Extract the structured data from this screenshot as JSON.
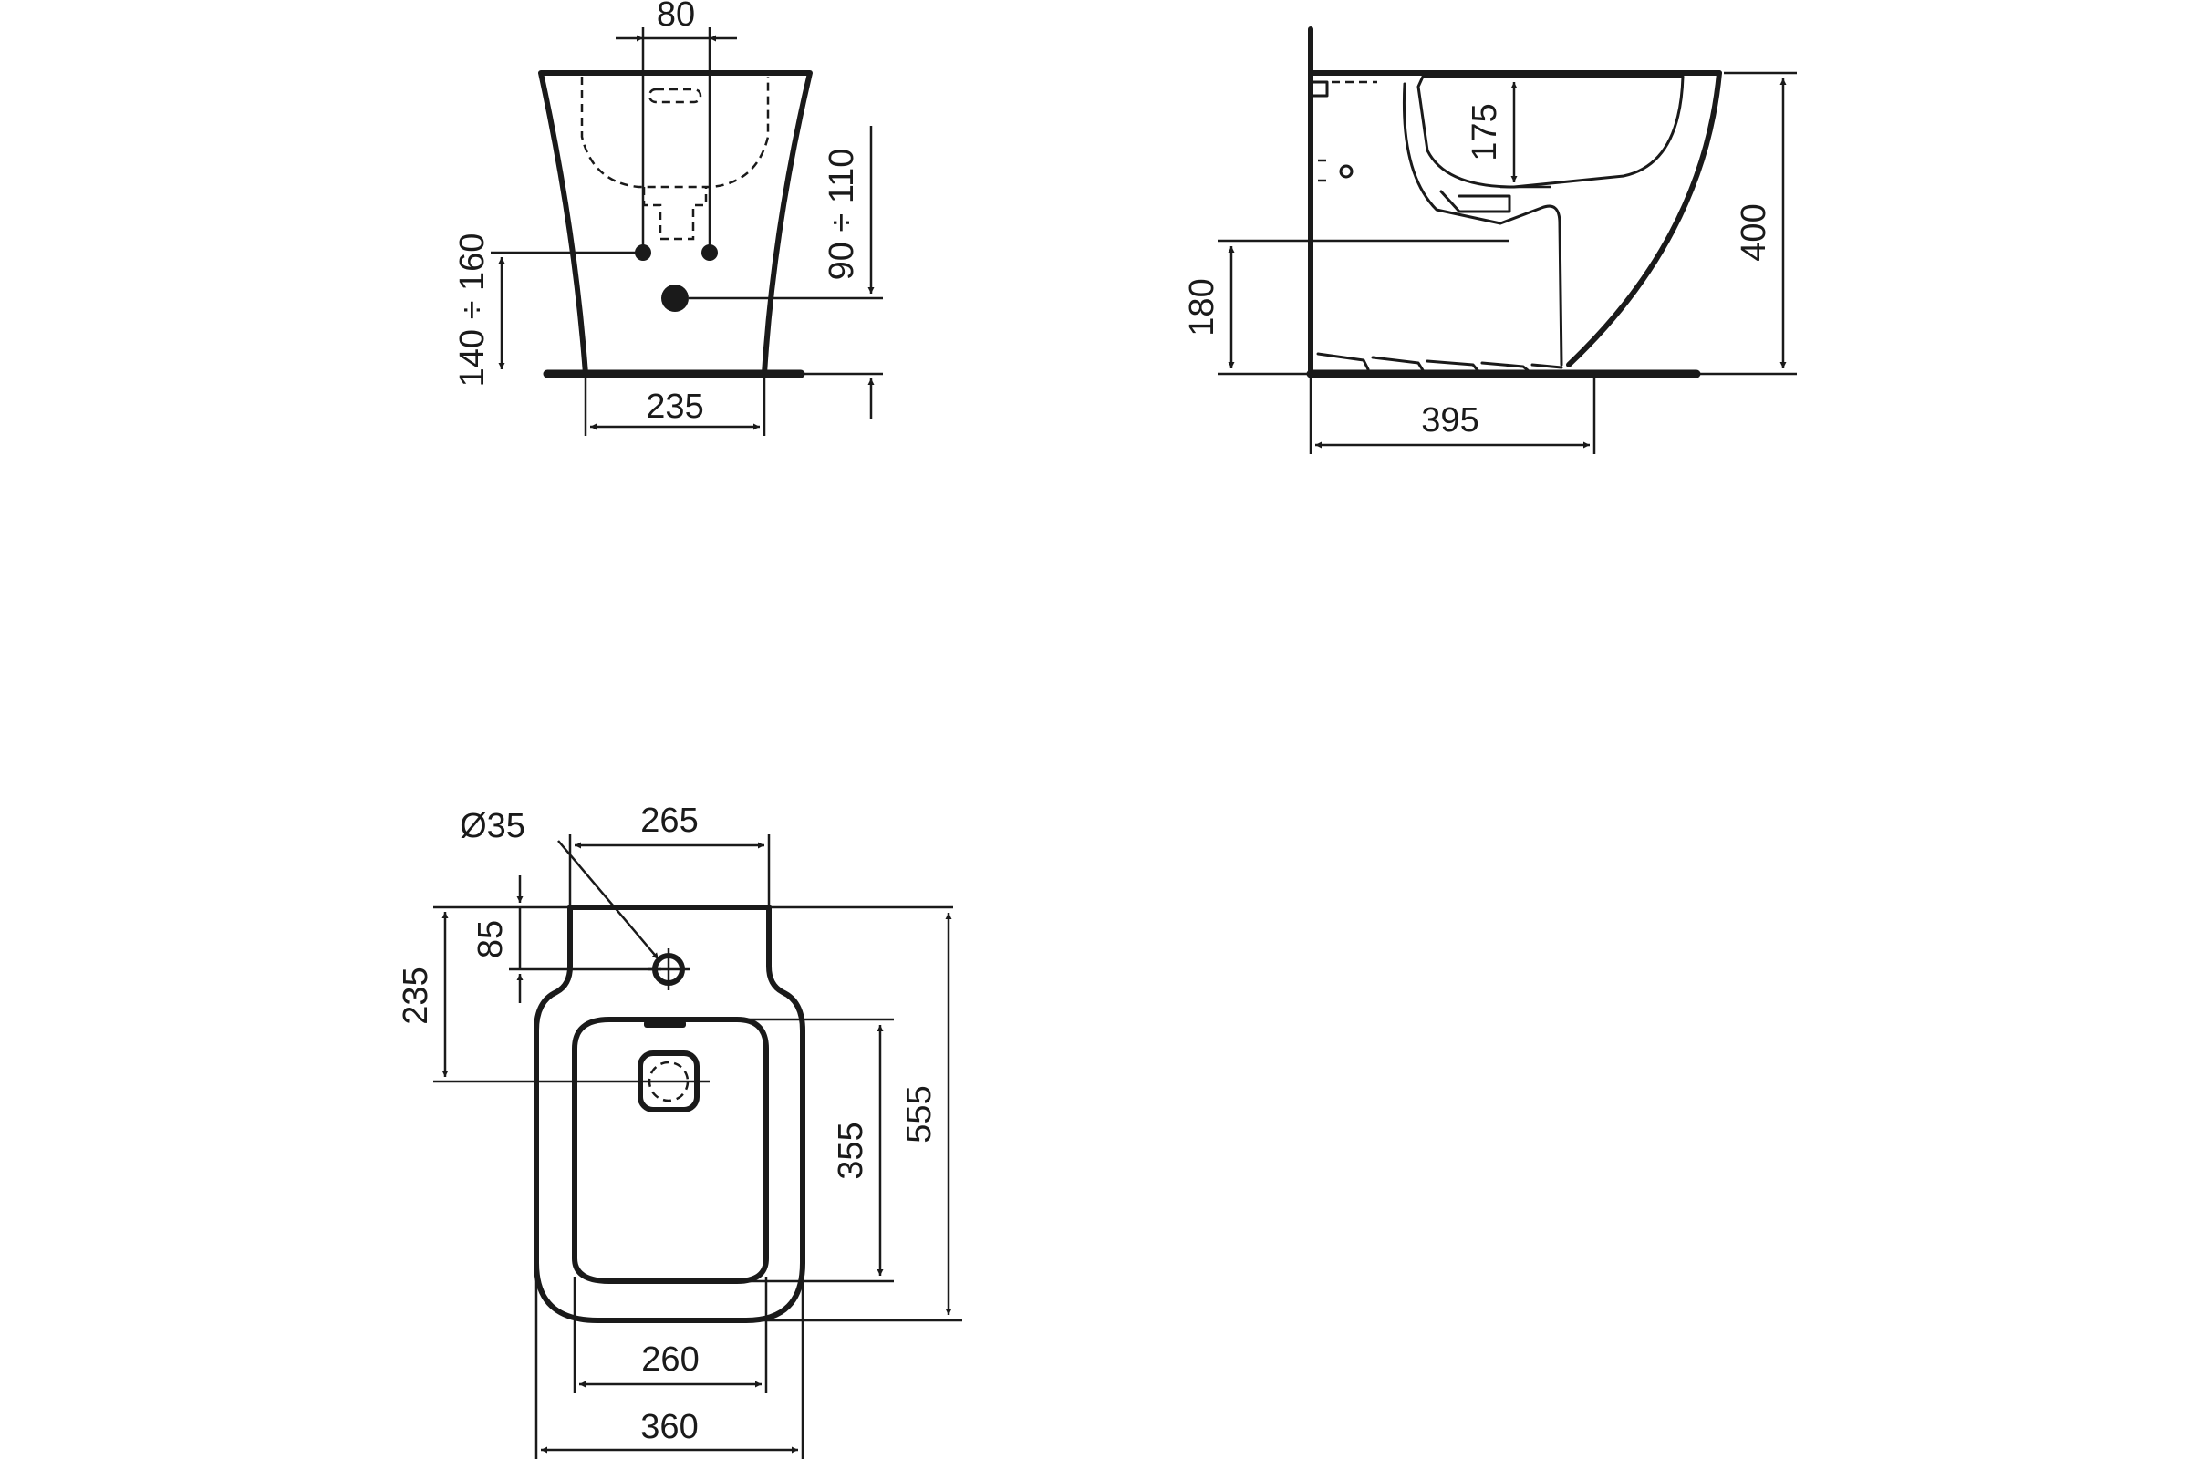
{
  "views": {
    "front": {
      "dims": {
        "pipe_spacing": "80",
        "inlet_height": "140 ÷ 160",
        "outlet_height": "90 ÷ 110",
        "foot_width": "235"
      }
    },
    "side": {
      "dims": {
        "bowl_depth": "175",
        "height": "400",
        "outlet_height": "180",
        "depth": "395"
      }
    },
    "top": {
      "dims": {
        "tap_hole": "Ø35",
        "rear_width": "265",
        "tap_offset": "85",
        "drain_offset": "235",
        "bowl_length": "355",
        "overall_length": "555",
        "bowl_width": "260",
        "overall_width": "360"
      }
    }
  }
}
